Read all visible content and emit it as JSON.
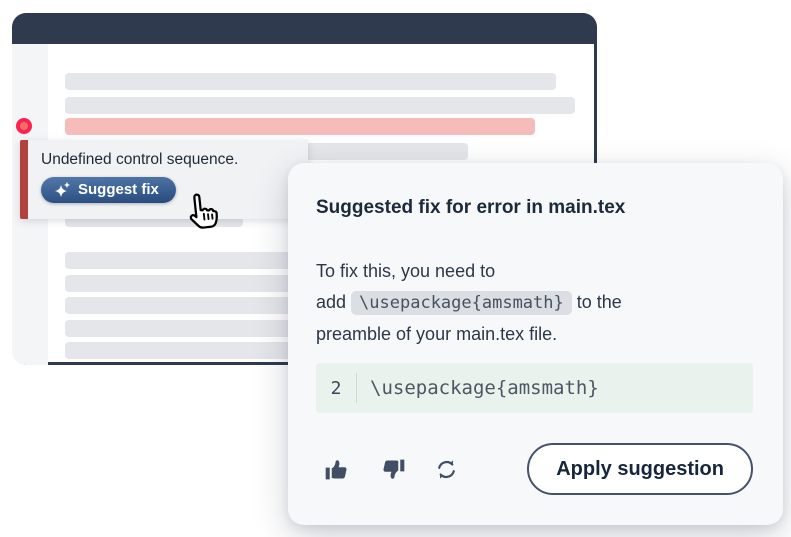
{
  "colors": {
    "window_navy": "#2f3a4e",
    "tooltip_accent_red": "#b2423e",
    "marker_ring": "#fa2350",
    "marker_center": "#ee6d64",
    "error_line_pink": "#f5bcba",
    "placeholder_gray": "#e4e6ea",
    "tooltip_bg": "#f1f2f4",
    "card_bg": "#f7f8fa",
    "code_block_bg": "#e9f2ec",
    "inline_code_bg": "#dbdfe4",
    "suggest_button_gradient_top": "#5379a9",
    "suggest_button_gradient_bottom": "#294a7b",
    "icon_slate": "#414e63",
    "text_dark": "#1c2a3a"
  },
  "editor": {
    "tooltip": {
      "message": "Undefined control sequence.",
      "suggest_button_label": "Suggest fix"
    }
  },
  "card": {
    "title": "Suggested fix for error in main.tex",
    "body": {
      "line1": "To fix this, you need to",
      "line2_prefix": "add ",
      "inline_code": "\\usepackage{amsmath}",
      "line2_suffix": " to the",
      "line3": "preamble of your main.tex file."
    },
    "code_block": {
      "line_number": "2",
      "code": "\\usepackage{amsmath}"
    },
    "actions": {
      "apply_label": "Apply suggestion"
    }
  }
}
